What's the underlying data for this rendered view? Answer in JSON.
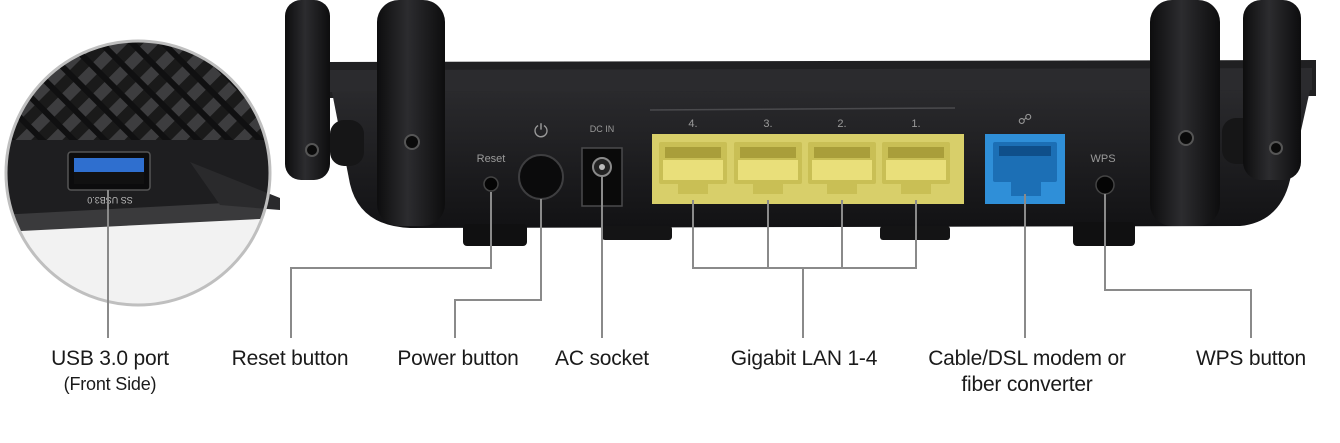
{
  "labels": {
    "usb_port": "USB 3.0 port",
    "usb_port_note": "(Front Side)",
    "reset_button": "Reset button",
    "power_button": "Power button",
    "ac_socket": "AC socket",
    "gigabit_lan": "Gigabit LAN 1-4",
    "wan_line1": "Cable/DSL modem or",
    "wan_line2": "fiber converter",
    "wps_button": "WPS button"
  },
  "panel_markings": {
    "reset": "Reset",
    "power_symbol": "⏻",
    "dc_in": "DC IN",
    "lan_numbers": [
      "4",
      "3",
      "2",
      "1"
    ],
    "wps": "WPS",
    "usb": "SS USB3.0"
  },
  "colors": {
    "router_body": "#1b1b1d",
    "lan_port": "#e9df7a",
    "wan_port": "#2f8fd8",
    "leader_line": "#8a8a8a"
  }
}
